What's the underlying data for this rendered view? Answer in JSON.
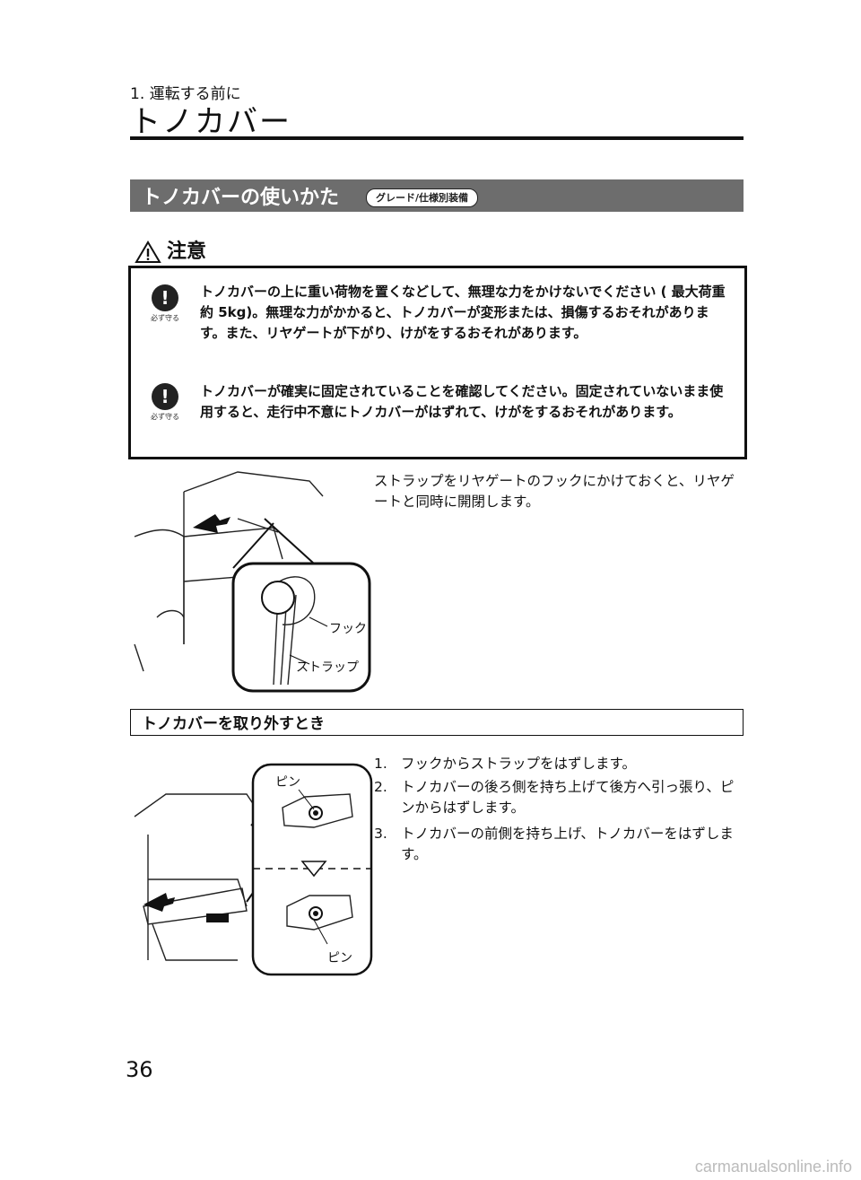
{
  "header": {
    "chapter": "1. 運転する前に",
    "title": "トノカバー"
  },
  "section": {
    "title": "トノカバーの使いかた",
    "badge": "グレード/仕様別装備"
  },
  "caution": {
    "heading": "注意",
    "icon_label": "必ず守る",
    "items": [
      "トノカバーの上に重い荷物を置くなどして、無理な力をかけないでください ( 最大荷重約 5kg)。無理な力がかかると、トノカバーが変形または、損傷するおそれがあります。また、リヤゲートが下がり、けがをするおそれがあります。",
      "トノカバーが確実に固定されていることを確認してください。固定されていないまま使用すると、走行中不意にトノカバーがはずれて、けがをするおそれがあります。"
    ]
  },
  "strap": {
    "text": "ストラップをリヤゲートのフックにかけておくと、リヤゲートと同時に開閉します。",
    "label_hook": "フック",
    "label_strap": "ストラップ"
  },
  "removal": {
    "title": "トノカバーを取り外すとき",
    "steps": [
      {
        "num": "1.",
        "text": "フックからストラップをはずします。"
      },
      {
        "num": "2.",
        "text": "トノカバーの後ろ側を持ち上げて後方へ引っ張り、ピンからはずします。"
      },
      {
        "num": "3.",
        "text": "トノカバーの前側を持ち上げ、トノカバーをはずします。"
      }
    ],
    "label_pin": "ピン"
  },
  "page_number": "36",
  "footer_source": "carmanualsonline.info"
}
